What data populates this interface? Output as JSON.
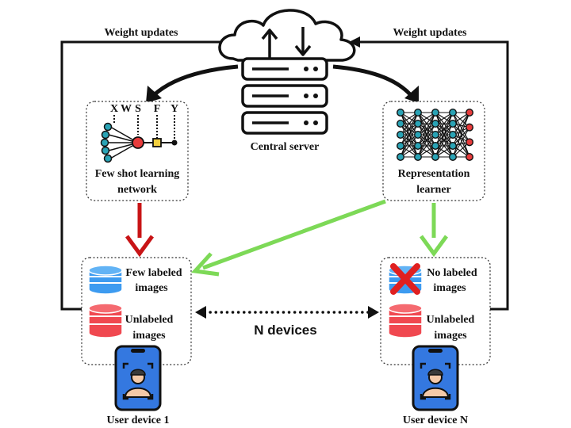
{
  "labels": {
    "weight_updates_left": "Weight updates",
    "weight_updates_right": "Weight updates",
    "central_server": "Central server",
    "fsl_line1": "Few shot learning",
    "fsl_line2": "network",
    "rep_line1": "Representation",
    "rep_line2": "learner",
    "few_labeled_line1": "Few labeled",
    "few_labeled_line2": "images",
    "unlabeled_left_line1": "Unlabeled",
    "unlabeled_left_line2": "images",
    "no_labeled_line1": "No labeled",
    "no_labeled_line2": "images",
    "unlabeled_right_line1": "Unlabeled",
    "unlabeled_right_line2": "images",
    "n_devices": "N devices",
    "user_device_1": "User device 1",
    "user_device_n": "User device N",
    "fsl_var_x": "X",
    "fsl_var_w": "W",
    "fsl_var_s": "S",
    "fsl_var_f": "F",
    "fsl_var_y": "Y"
  },
  "colors": {
    "red_arrow": "#c81416",
    "green_arrow": "#7dd957",
    "labeled_db": "#3d9bf0",
    "unlabeled_db": "#f04850",
    "phone": "#3478e0",
    "teal_node": "#2aa3b5",
    "x_mark": "#e02020"
  }
}
